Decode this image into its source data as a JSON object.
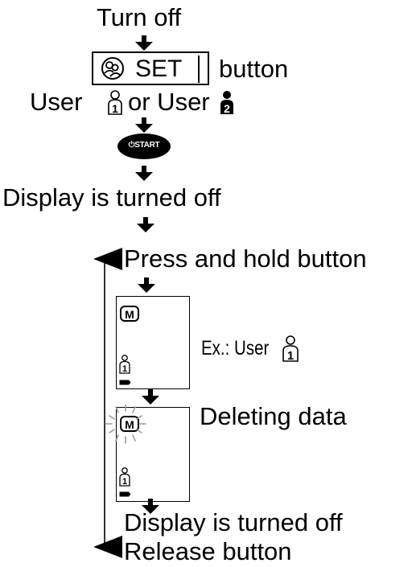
{
  "steps": {
    "turn_off": "Turn off",
    "set_label": "SET",
    "button_word": "button",
    "user_prefix": "User",
    "or_user": "or User",
    "start_label": "⏻START",
    "display_off_1": "Display is turned off",
    "press_hold": "Press and hold button",
    "example_label": "Ex.: User",
    "deleting": "Deleting data",
    "display_off_2": "Display is turned off",
    "release": "Release button"
  },
  "icons": {
    "memory_icon": "M",
    "user1_digit": "1",
    "user2_digit": "2"
  },
  "colors": {
    "ink": "#000000",
    "background": "#ffffff",
    "blink_rays": "#9a9a9a"
  }
}
